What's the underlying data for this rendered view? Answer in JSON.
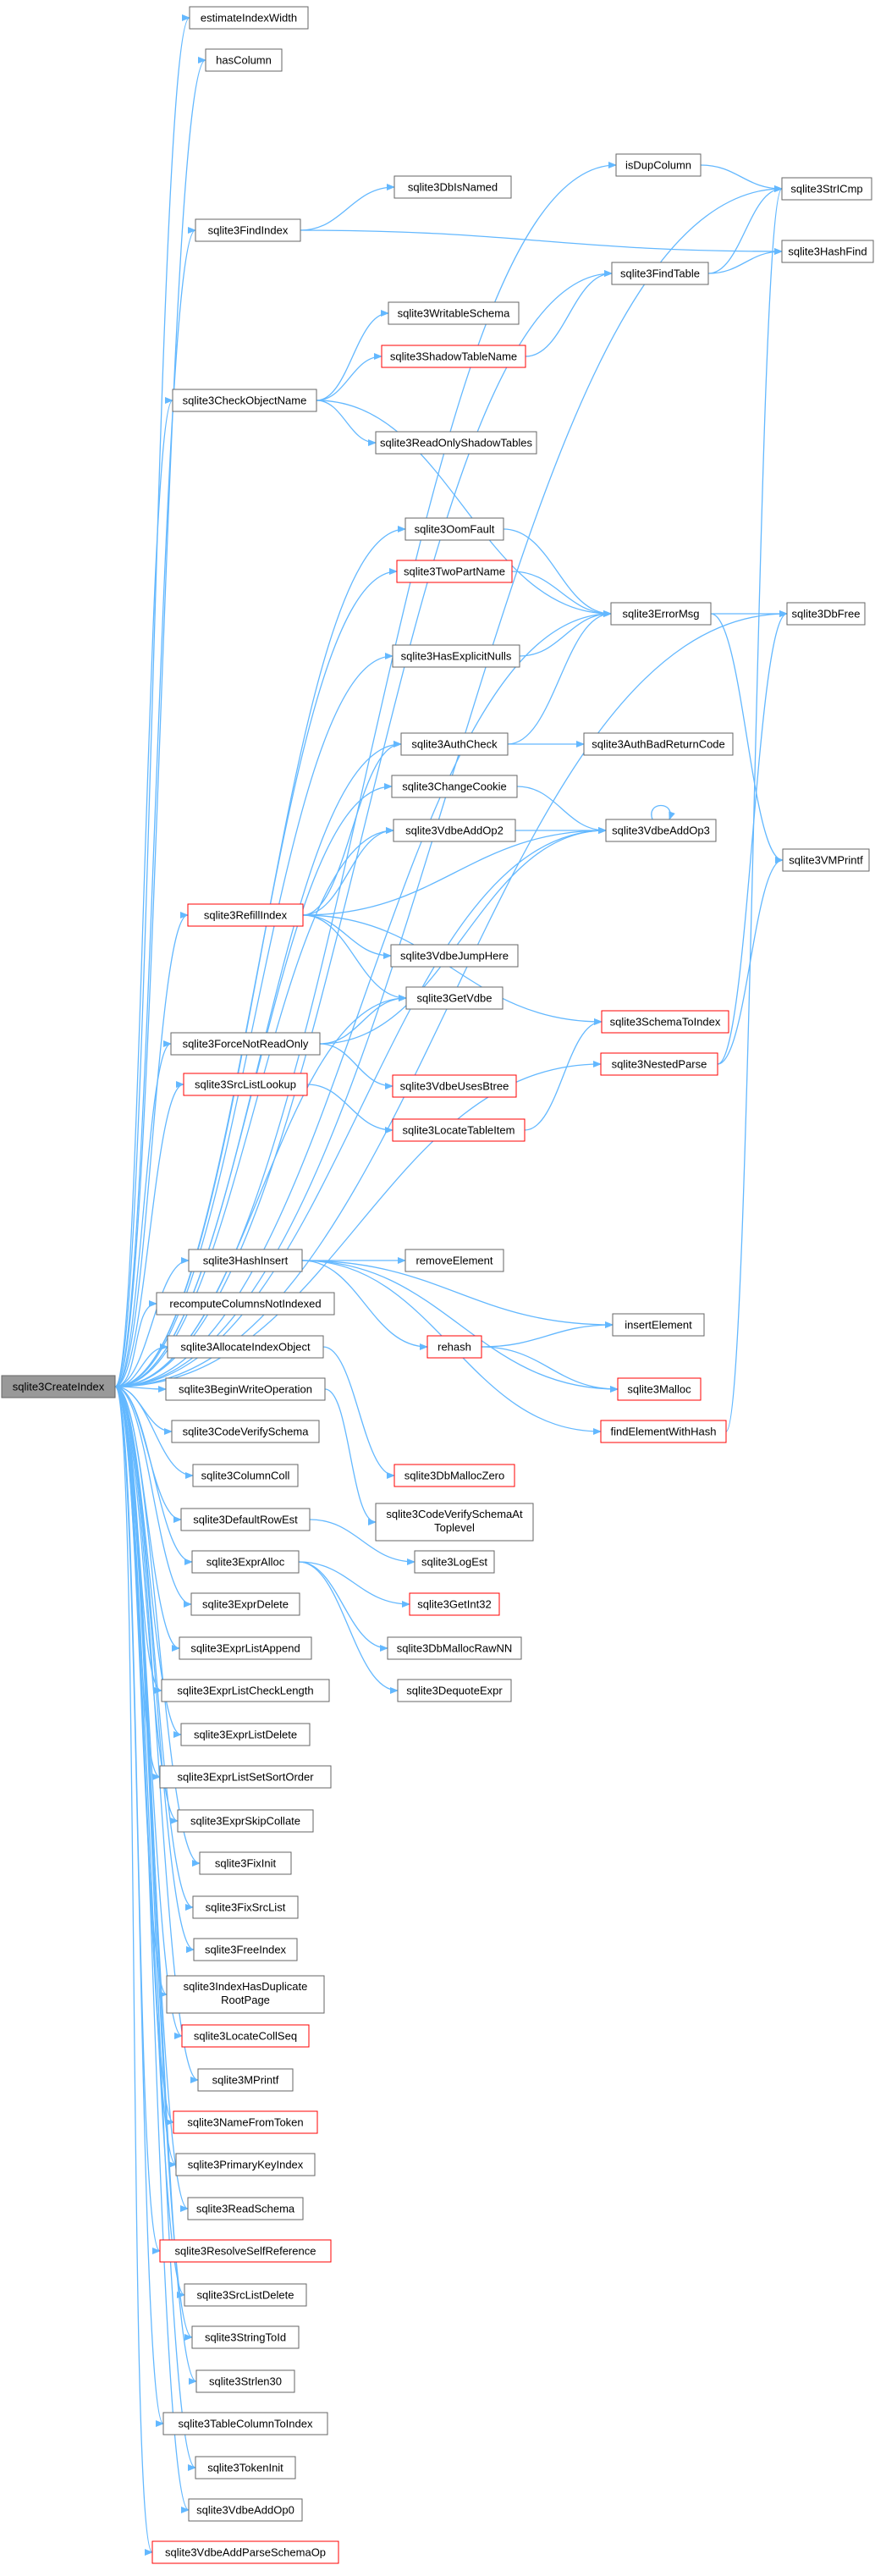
{
  "colors": {
    "edge": "#63b8ff",
    "border": "#666666",
    "highlight_border": "#ff0000",
    "root_fill": "#999999"
  },
  "nodes": [
    {
      "id": "root",
      "label": "sqlite3CreateIndex",
      "style": "root"
    },
    {
      "id": "estimateIndexWidth",
      "label": "estimateIndexWidth"
    },
    {
      "id": "hasColumn",
      "label": "hasColumn"
    },
    {
      "id": "isDupColumn",
      "label": "isDupColumn"
    },
    {
      "id": "sqlite3StrICmp",
      "label": "sqlite3StrICmp"
    },
    {
      "id": "sqlite3DbIsNamed",
      "label": "sqlite3DbIsNamed"
    },
    {
      "id": "sqlite3FindIndex",
      "label": "sqlite3FindIndex"
    },
    {
      "id": "sqlite3HashFind",
      "label": "sqlite3HashFind"
    },
    {
      "id": "sqlite3FindTable",
      "label": "sqlite3FindTable"
    },
    {
      "id": "sqlite3WritableSchema",
      "label": "sqlite3WritableSchema"
    },
    {
      "id": "sqlite3ShadowTableName",
      "label": "sqlite3ShadowTableName",
      "style": "red"
    },
    {
      "id": "sqlite3CheckObjectName",
      "label": "sqlite3CheckObjectName"
    },
    {
      "id": "sqlite3ReadOnlyShadowTables",
      "label": "sqlite3ReadOnlyShadowTables"
    },
    {
      "id": "sqlite3OomFault",
      "label": "sqlite3OomFault"
    },
    {
      "id": "sqlite3TwoPartName",
      "label": "sqlite3TwoPartName",
      "style": "red"
    },
    {
      "id": "sqlite3ErrorMsg",
      "label": "sqlite3ErrorMsg"
    },
    {
      "id": "sqlite3DbFree",
      "label": "sqlite3DbFree"
    },
    {
      "id": "sqlite3HasExplicitNulls",
      "label": "sqlite3HasExplicitNulls"
    },
    {
      "id": "sqlite3AuthCheck",
      "label": "sqlite3AuthCheck"
    },
    {
      "id": "sqlite3AuthBadReturnCode",
      "label": "sqlite3AuthBadReturnCode"
    },
    {
      "id": "sqlite3ChangeCookie",
      "label": "sqlite3ChangeCookie"
    },
    {
      "id": "sqlite3VdbeAddOp2",
      "label": "sqlite3VdbeAddOp2"
    },
    {
      "id": "sqlite3VdbeAddOp3",
      "label": "sqlite3VdbeAddOp3"
    },
    {
      "id": "sqlite3VMPrintf",
      "label": "sqlite3VMPrintf"
    },
    {
      "id": "sqlite3RefillIndex",
      "label": "sqlite3RefillIndex",
      "style": "red"
    },
    {
      "id": "sqlite3VdbeJumpHere",
      "label": "sqlite3VdbeJumpHere"
    },
    {
      "id": "sqlite3GetVdbe",
      "label": "sqlite3GetVdbe"
    },
    {
      "id": "sqlite3SchemaToIndex",
      "label": "sqlite3SchemaToIndex",
      "style": "red"
    },
    {
      "id": "sqlite3ForceNotReadOnly",
      "label": "sqlite3ForceNotReadOnly"
    },
    {
      "id": "sqlite3NestedParse",
      "label": "sqlite3NestedParse",
      "style": "red"
    },
    {
      "id": "sqlite3VdbeUsesBtree",
      "label": "sqlite3VdbeUsesBtree",
      "style": "red"
    },
    {
      "id": "sqlite3SrcListLookup",
      "label": "sqlite3SrcListLookup",
      "style": "red"
    },
    {
      "id": "sqlite3LocateTableItem",
      "label": "sqlite3LocateTableItem",
      "style": "red"
    },
    {
      "id": "sqlite3HashInsert",
      "label": "sqlite3HashInsert"
    },
    {
      "id": "removeElement",
      "label": "removeElement"
    },
    {
      "id": "recomputeColumnsNotIndexed",
      "label": "recomputeColumnsNotIndexed"
    },
    {
      "id": "insertElement",
      "label": "insertElement"
    },
    {
      "id": "rehash",
      "label": "rehash",
      "style": "red"
    },
    {
      "id": "sqlite3AllocateIndexObject",
      "label": "sqlite3AllocateIndexObject"
    },
    {
      "id": "sqlite3Malloc",
      "label": "sqlite3Malloc",
      "style": "red"
    },
    {
      "id": "sqlite3BeginWriteOperation",
      "label": "sqlite3BeginWriteOperation"
    },
    {
      "id": "findElementWithHash",
      "label": "findElementWithHash",
      "style": "red"
    },
    {
      "id": "sqlite3CodeVerifySchema",
      "label": "sqlite3CodeVerifySchema"
    },
    {
      "id": "sqlite3DbMallocZero",
      "label": "sqlite3DbMallocZero",
      "style": "red"
    },
    {
      "id": "sqlite3ColumnColl",
      "label": "sqlite3ColumnColl"
    },
    {
      "id": "sqlite3CodeVerifySchemaAtToplevel",
      "label": "sqlite3CodeVerifySchemaAt Toplevel"
    },
    {
      "id": "sqlite3DefaultRowEst",
      "label": "sqlite3DefaultRowEst"
    },
    {
      "id": "sqlite3LogEst",
      "label": "sqlite3LogEst"
    },
    {
      "id": "sqlite3ExprAlloc",
      "label": "sqlite3ExprAlloc"
    },
    {
      "id": "sqlite3GetInt32",
      "label": "sqlite3GetInt32",
      "style": "red"
    },
    {
      "id": "sqlite3ExprDelete",
      "label": "sqlite3ExprDelete"
    },
    {
      "id": "sqlite3DbMallocRawNN",
      "label": "sqlite3DbMallocRawNN"
    },
    {
      "id": "sqlite3ExprListAppend",
      "label": "sqlite3ExprListAppend"
    },
    {
      "id": "sqlite3DequoteExpr",
      "label": "sqlite3DequoteExpr"
    },
    {
      "id": "sqlite3ExprListCheckLength",
      "label": "sqlite3ExprListCheckLength"
    },
    {
      "id": "sqlite3ExprListDelete",
      "label": "sqlite3ExprListDelete"
    },
    {
      "id": "sqlite3ExprListSetSortOrder",
      "label": "sqlite3ExprListSetSortOrder"
    },
    {
      "id": "sqlite3ExprSkipCollate",
      "label": "sqlite3ExprSkipCollate"
    },
    {
      "id": "sqlite3FixInit",
      "label": "sqlite3FixInit"
    },
    {
      "id": "sqlite3FixSrcList",
      "label": "sqlite3FixSrcList"
    },
    {
      "id": "sqlite3FreeIndex",
      "label": "sqlite3FreeIndex"
    },
    {
      "id": "sqlite3IndexHasDuplicateRootPage",
      "label": "sqlite3IndexHasDuplicate RootPage"
    },
    {
      "id": "sqlite3LocateCollSeq",
      "label": "sqlite3LocateCollSeq",
      "style": "red"
    },
    {
      "id": "sqlite3MPrintf",
      "label": "sqlite3MPrintf"
    },
    {
      "id": "sqlite3NameFromToken",
      "label": "sqlite3NameFromToken",
      "style": "red"
    },
    {
      "id": "sqlite3PrimaryKeyIndex",
      "label": "sqlite3PrimaryKeyIndex"
    },
    {
      "id": "sqlite3ReadSchema",
      "label": "sqlite3ReadSchema"
    },
    {
      "id": "sqlite3ResolveSelfReference",
      "label": "sqlite3ResolveSelfReference",
      "style": "red"
    },
    {
      "id": "sqlite3SrcListDelete",
      "label": "sqlite3SrcListDelete"
    },
    {
      "id": "sqlite3StringToId",
      "label": "sqlite3StringToId"
    },
    {
      "id": "sqlite3Strlen30",
      "label": "sqlite3Strlen30"
    },
    {
      "id": "sqlite3TableColumnToIndex",
      "label": "sqlite3TableColumnToIndex"
    },
    {
      "id": "sqlite3TokenInit",
      "label": "sqlite3TokenInit"
    },
    {
      "id": "sqlite3VdbeAddOp0",
      "label": "sqlite3VdbeAddOp0"
    },
    {
      "id": "sqlite3VdbeAddParseSchemaOp",
      "label": "sqlite3VdbeAddParseSchemaOp",
      "style": "red"
    }
  ],
  "edges": [
    [
      "root",
      "estimateIndexWidth"
    ],
    [
      "root",
      "hasColumn"
    ],
    [
      "root",
      "isDupColumn"
    ],
    [
      "root",
      "sqlite3StrICmp"
    ],
    [
      "root",
      "sqlite3FindIndex"
    ],
    [
      "root",
      "sqlite3FindTable"
    ],
    [
      "root",
      "sqlite3CheckObjectName"
    ],
    [
      "root",
      "sqlite3OomFault"
    ],
    [
      "root",
      "sqlite3TwoPartName"
    ],
    [
      "root",
      "sqlite3DbFree"
    ],
    [
      "root",
      "sqlite3ErrorMsg"
    ],
    [
      "root",
      "sqlite3HasExplicitNulls"
    ],
    [
      "root",
      "sqlite3AuthCheck"
    ],
    [
      "root",
      "sqlite3ChangeCookie"
    ],
    [
      "root",
      "sqlite3VdbeAddOp2"
    ],
    [
      "root",
      "sqlite3VdbeAddOp3"
    ],
    [
      "root",
      "sqlite3RefillIndex"
    ],
    [
      "root",
      "sqlite3GetVdbe"
    ],
    [
      "root",
      "sqlite3ForceNotReadOnly"
    ],
    [
      "root",
      "sqlite3SrcListLookup"
    ],
    [
      "root",
      "sqlite3NestedParse"
    ],
    [
      "root",
      "sqlite3HashInsert"
    ],
    [
      "root",
      "recomputeColumnsNotIndexed"
    ],
    [
      "root",
      "sqlite3AllocateIndexObject"
    ],
    [
      "root",
      "sqlite3BeginWriteOperation"
    ],
    [
      "root",
      "sqlite3CodeVerifySchema"
    ],
    [
      "root",
      "sqlite3ColumnColl"
    ],
    [
      "root",
      "sqlite3DefaultRowEst"
    ],
    [
      "root",
      "sqlite3ExprAlloc"
    ],
    [
      "root",
      "sqlite3ExprDelete"
    ],
    [
      "root",
      "sqlite3ExprListAppend"
    ],
    [
      "root",
      "sqlite3ExprListCheckLength"
    ],
    [
      "root",
      "sqlite3ExprListDelete"
    ],
    [
      "root",
      "sqlite3ExprListSetSortOrder"
    ],
    [
      "root",
      "sqlite3ExprSkipCollate"
    ],
    [
      "root",
      "sqlite3FixInit"
    ],
    [
      "root",
      "sqlite3FixSrcList"
    ],
    [
      "root",
      "sqlite3FreeIndex"
    ],
    [
      "root",
      "sqlite3IndexHasDuplicateRootPage"
    ],
    [
      "root",
      "sqlite3LocateCollSeq"
    ],
    [
      "root",
      "sqlite3MPrintf"
    ],
    [
      "root",
      "sqlite3NameFromToken"
    ],
    [
      "root",
      "sqlite3PrimaryKeyIndex"
    ],
    [
      "root",
      "sqlite3ReadSchema"
    ],
    [
      "root",
      "sqlite3ResolveSelfReference"
    ],
    [
      "root",
      "sqlite3SrcListDelete"
    ],
    [
      "root",
      "sqlite3StringToId"
    ],
    [
      "root",
      "sqlite3Strlen30"
    ],
    [
      "root",
      "sqlite3TableColumnToIndex"
    ],
    [
      "root",
      "sqlite3TokenInit"
    ],
    [
      "root",
      "sqlite3VdbeAddOp0"
    ],
    [
      "root",
      "sqlite3VdbeAddParseSchemaOp"
    ],
    [
      "isDupColumn",
      "sqlite3StrICmp"
    ],
    [
      "sqlite3FindIndex",
      "sqlite3DbIsNamed"
    ],
    [
      "sqlite3FindIndex",
      "sqlite3HashFind"
    ],
    [
      "sqlite3FindTable",
      "sqlite3StrICmp"
    ],
    [
      "sqlite3FindTable",
      "sqlite3HashFind"
    ],
    [
      "sqlite3CheckObjectName",
      "sqlite3WritableSchema"
    ],
    [
      "sqlite3CheckObjectName",
      "sqlite3ShadowTableName"
    ],
    [
      "sqlite3CheckObjectName",
      "sqlite3ReadOnlyShadowTables"
    ],
    [
      "sqlite3CheckObjectName",
      "sqlite3ErrorMsg"
    ],
    [
      "sqlite3ShadowTableName",
      "sqlite3FindTable"
    ],
    [
      "sqlite3OomFault",
      "sqlite3ErrorMsg"
    ],
    [
      "sqlite3TwoPartName",
      "sqlite3ErrorMsg"
    ],
    [
      "sqlite3HasExplicitNulls",
      "sqlite3ErrorMsg"
    ],
    [
      "sqlite3ErrorMsg",
      "sqlite3DbFree"
    ],
    [
      "sqlite3ErrorMsg",
      "sqlite3VMPrintf"
    ],
    [
      "sqlite3AuthCheck",
      "sqlite3ErrorMsg"
    ],
    [
      "sqlite3AuthCheck",
      "sqlite3AuthBadReturnCode"
    ],
    [
      "sqlite3ChangeCookie",
      "sqlite3VdbeAddOp3"
    ],
    [
      "sqlite3VdbeAddOp2",
      "sqlite3VdbeAddOp3"
    ],
    [
      "sqlite3VdbeAddOp3",
      "sqlite3VdbeAddOp3"
    ],
    [
      "sqlite3RefillIndex",
      "sqlite3AuthCheck"
    ],
    [
      "sqlite3RefillIndex",
      "sqlite3VdbeAddOp2"
    ],
    [
      "sqlite3RefillIndex",
      "sqlite3VdbeAddOp3"
    ],
    [
      "sqlite3RefillIndex",
      "sqlite3VdbeJumpHere"
    ],
    [
      "sqlite3RefillIndex",
      "sqlite3GetVdbe"
    ],
    [
      "sqlite3RefillIndex",
      "sqlite3SchemaToIndex"
    ],
    [
      "sqlite3ForceNotReadOnly",
      "sqlite3GetVdbe"
    ],
    [
      "sqlite3ForceNotReadOnly",
      "sqlite3VdbeAddOp3"
    ],
    [
      "sqlite3ForceNotReadOnly",
      "sqlite3VdbeUsesBtree"
    ],
    [
      "sqlite3SrcListLookup",
      "sqlite3LocateTableItem"
    ],
    [
      "sqlite3LocateTableItem",
      "sqlite3SchemaToIndex"
    ],
    [
      "sqlite3NestedParse",
      "sqlite3DbFree"
    ],
    [
      "sqlite3NestedParse",
      "sqlite3VMPrintf"
    ],
    [
      "sqlite3HashInsert",
      "removeElement"
    ],
    [
      "sqlite3HashInsert",
      "insertElement"
    ],
    [
      "sqlite3HashInsert",
      "rehash"
    ],
    [
      "sqlite3HashInsert",
      "sqlite3Malloc"
    ],
    [
      "sqlite3HashInsert",
      "findElementWithHash"
    ],
    [
      "rehash",
      "insertElement"
    ],
    [
      "rehash",
      "sqlite3Malloc"
    ],
    [
      "findElementWithHash",
      "sqlite3StrICmp"
    ],
    [
      "sqlite3AllocateIndexObject",
      "sqlite3DbMallocZero"
    ],
    [
      "sqlite3BeginWriteOperation",
      "sqlite3CodeVerifySchemaAtToplevel"
    ],
    [
      "sqlite3DefaultRowEst",
      "sqlite3LogEst"
    ],
    [
      "sqlite3ExprAlloc",
      "sqlite3GetInt32"
    ],
    [
      "sqlite3ExprAlloc",
      "sqlite3DbMallocRawNN"
    ],
    [
      "sqlite3ExprAlloc",
      "sqlite3DequoteExpr"
    ]
  ]
}
